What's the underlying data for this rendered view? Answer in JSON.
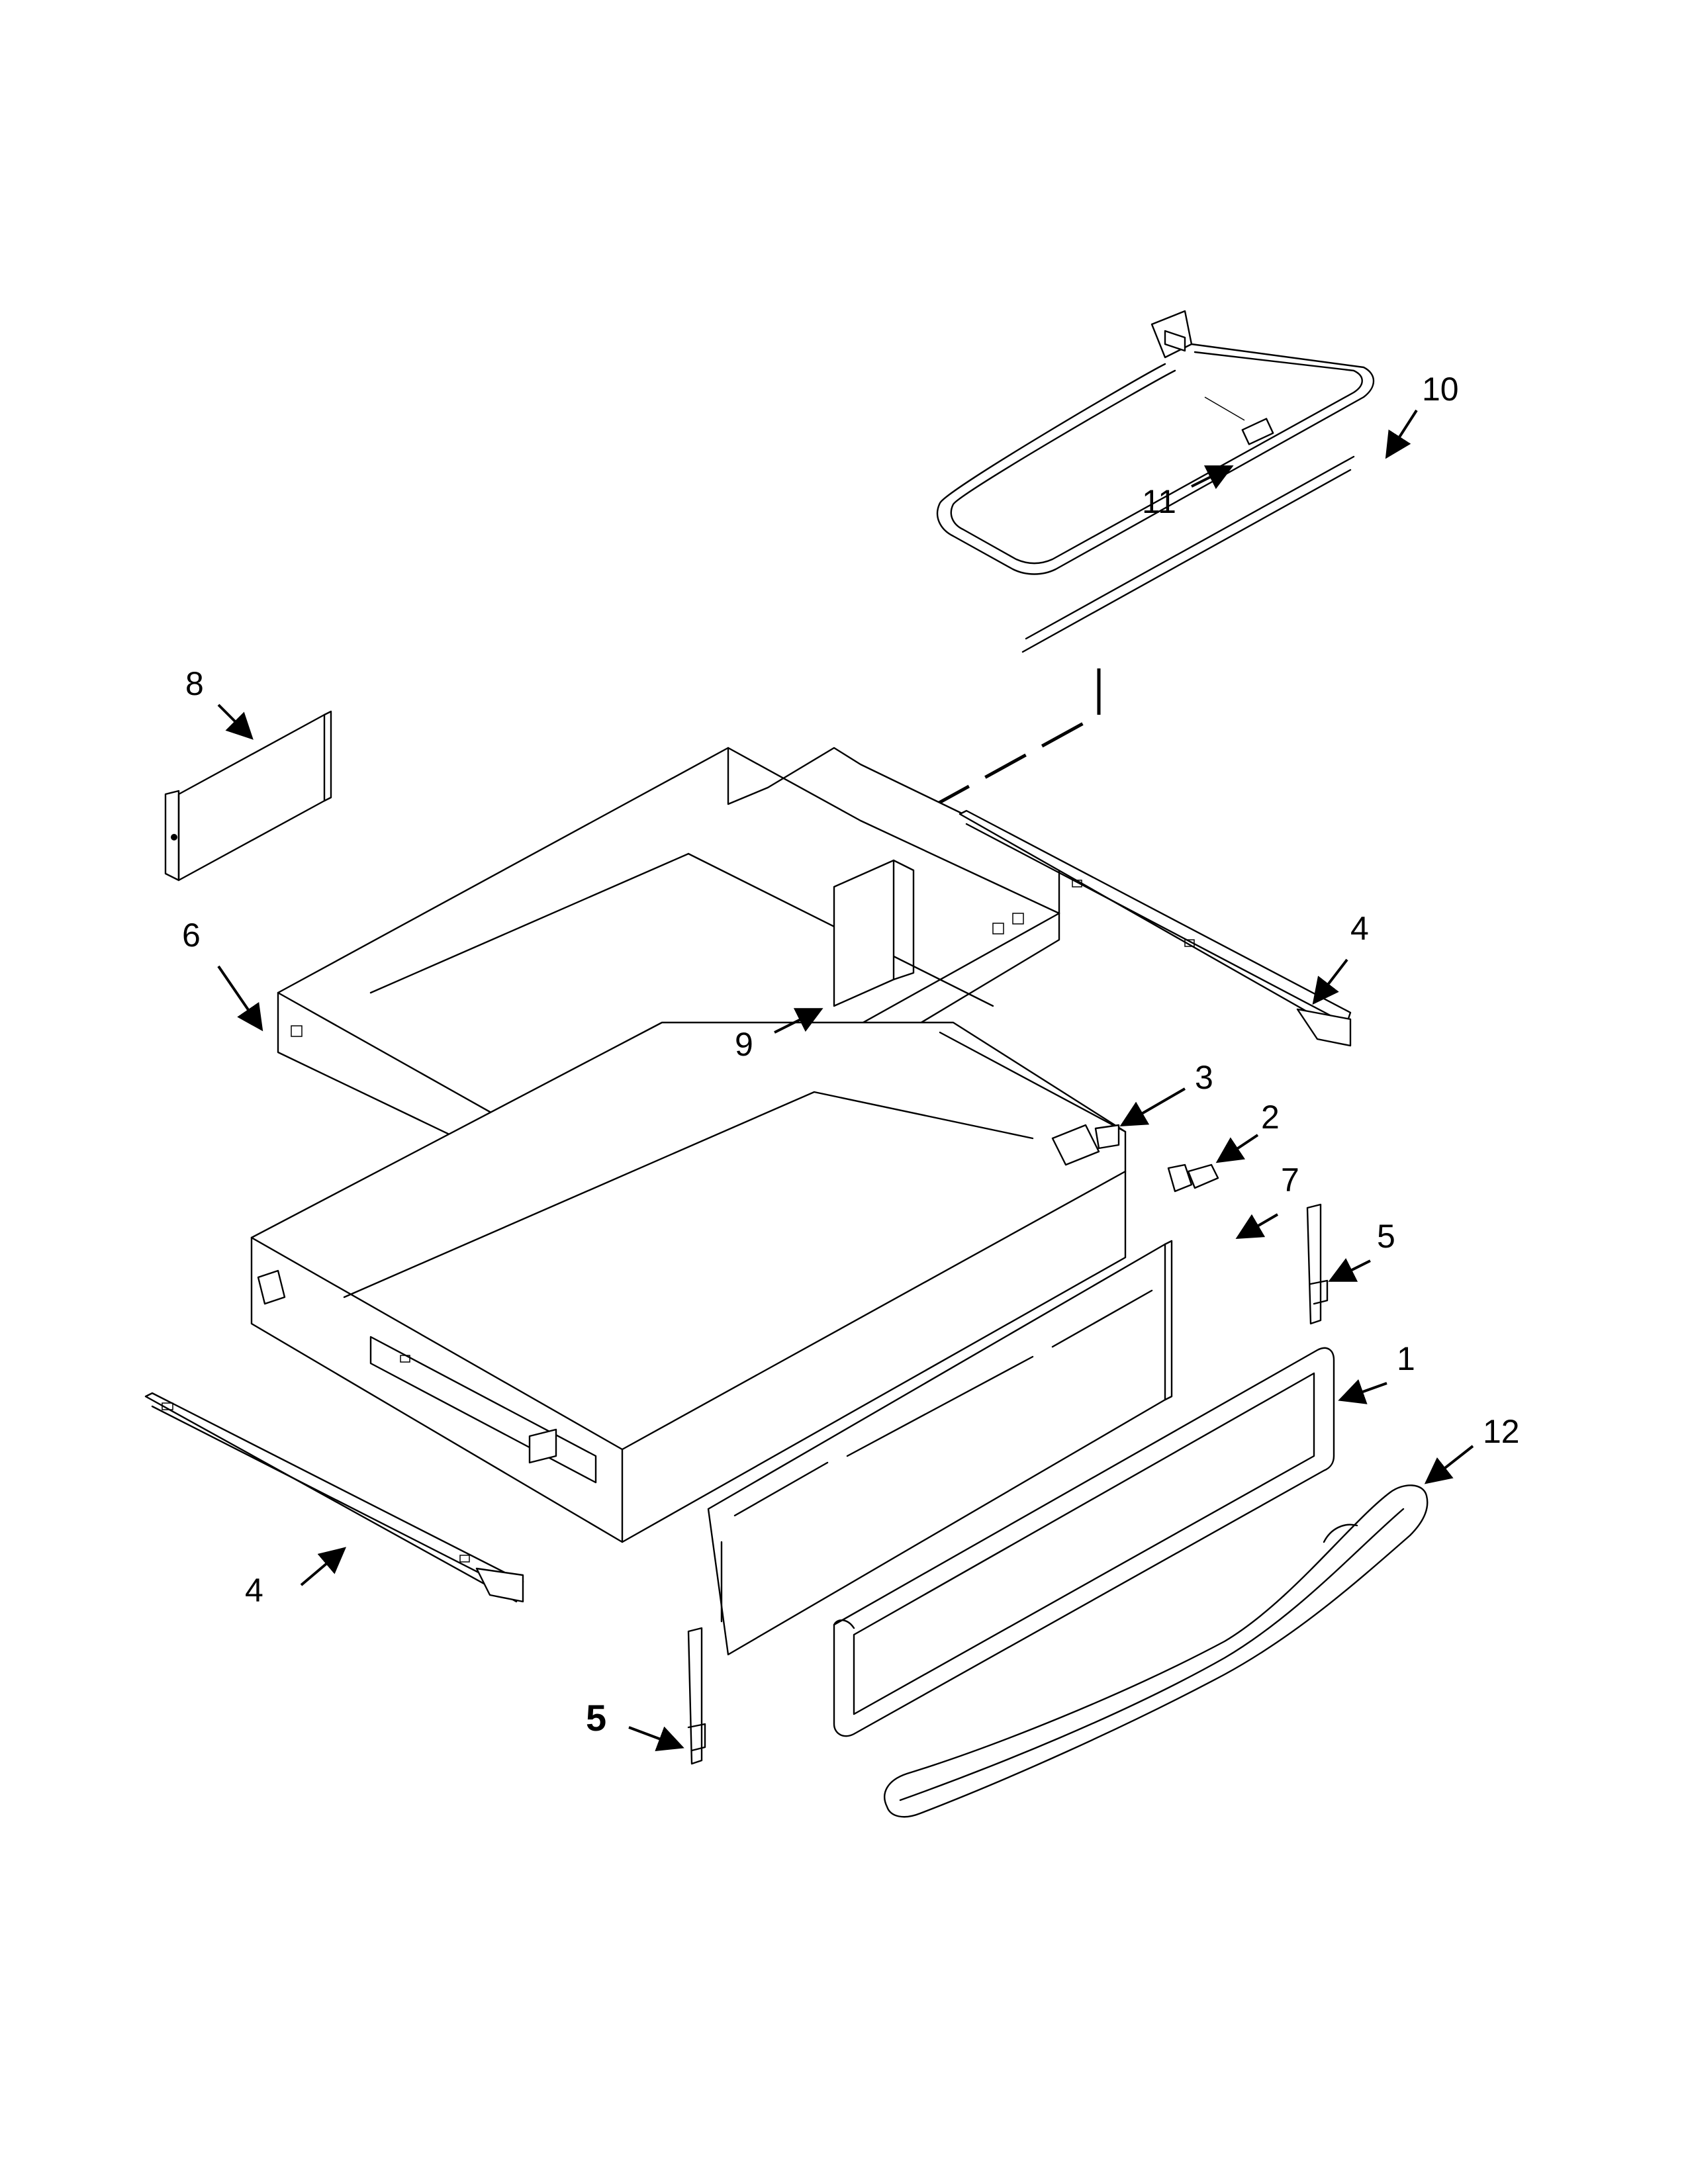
{
  "callouts": {
    "c1": "1",
    "c2": "2",
    "c3": "3",
    "c4a": "4",
    "c4b": "4",
    "c5a": "5",
    "c5b": "5",
    "c6": "6",
    "c7": "7",
    "c8": "8",
    "c9": "9",
    "c10": "10",
    "c11": "11",
    "c12": "12"
  }
}
